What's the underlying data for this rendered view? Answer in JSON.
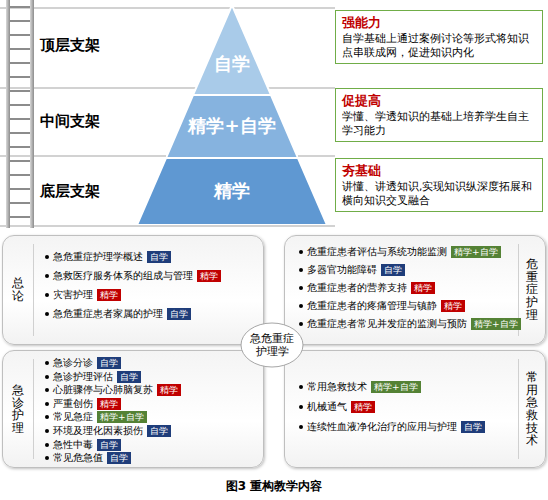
{
  "diagram": {
    "caption": "图3 重构教学内容",
    "nodes": [
      {
        "text": [
          "自学"
        ]
      },
      {
        "text": [
          "精学+自学"
        ]
      },
      {
        "text": [
          "精学"
        ]
      },
      {
        "text": [
          "强能力",
          "自学基础上通过案例讨论等形式将知识点串联成网，促进知识内化"
        ]
      },
      {
        "text": [
          "促提高",
          "学懂、学透知识的基础上培养学生自主学习能力"
        ]
      },
      {
        "text": [
          "夯基础",
          "讲懂、讲透知识,实现知识纵深度拓展和横向知识交叉融合"
        ]
      },
      {
        "text": [
          "总论",
          "急危重症护理学概述",
          "急救医疗服务体系的组成与管理",
          "灾害护理",
          "急危重症患者家属的护理"
        ]
      },
      {
        "text": [
          "自学"
        ],
        "in": 6
      },
      {
        "text": [
          "精学"
        ],
        "in": 6
      },
      {
        "text": [
          "精学"
        ],
        "in": 6
      },
      {
        "text": [
          "自学"
        ],
        "in": 6
      },
      {
        "text": [
          "危重症护理",
          "危重症患者评估与系统功能监测",
          "多器官功能障碍",
          "危重症患者的营养支持",
          "危重症患者的疼痛管理与镇静",
          "危重症患者常见并发症的监测与预防"
        ]
      },
      {
        "text": [
          "精学+自学"
        ],
        "in": 11
      },
      {
        "text": [
          "自学"
        ],
        "in": 11
      },
      {
        "text": [
          "精学"
        ],
        "in": 11
      },
      {
        "text": [
          "精学"
        ],
        "in": 11
      },
      {
        "text": [
          "精学+自学"
        ],
        "in": 11
      },
      {
        "text": [
          "急危重症护理学"
        ]
      },
      {
        "text": [
          "急诊护理",
          "急诊分诊",
          "急诊护理评估",
          "心脏骤停与心肺脑复苏",
          "严重创伤",
          "常见急症",
          "环境及理化因素损伤",
          "急性中毒",
          "常见危急值"
        ]
      },
      {
        "text": [
          "自学"
        ],
        "in": 18
      },
      {
        "text": [
          "自学"
        ],
        "in": 18
      },
      {
        "text": [
          "精学"
        ],
        "in": 18
      },
      {
        "text": [
          "精学"
        ],
        "in": 18
      },
      {
        "text": [
          "精学+自学"
        ],
        "in": 18
      },
      {
        "text": [
          "自学"
        ],
        "in": 18
      },
      {
        "text": [
          "自学"
        ],
        "in": 18
      },
      {
        "text": [
          "自学"
        ],
        "in": 18
      },
      {
        "text": [
          "常用急救技术",
          "常用急救技术",
          "机械通气",
          "连续性血液净化治疗的应用与护理"
        ]
      },
      {
        "text": [
          "精学+自学"
        ],
        "in": 27
      },
      {
        "text": [
          "精学"
        ],
        "in": 27
      },
      {
        "text": [
          "自学"
        ],
        "in": 27
      }
    ],
    "labels": [
      "顶层支架",
      "中间支架",
      "底层支架"
    ]
  }
}
